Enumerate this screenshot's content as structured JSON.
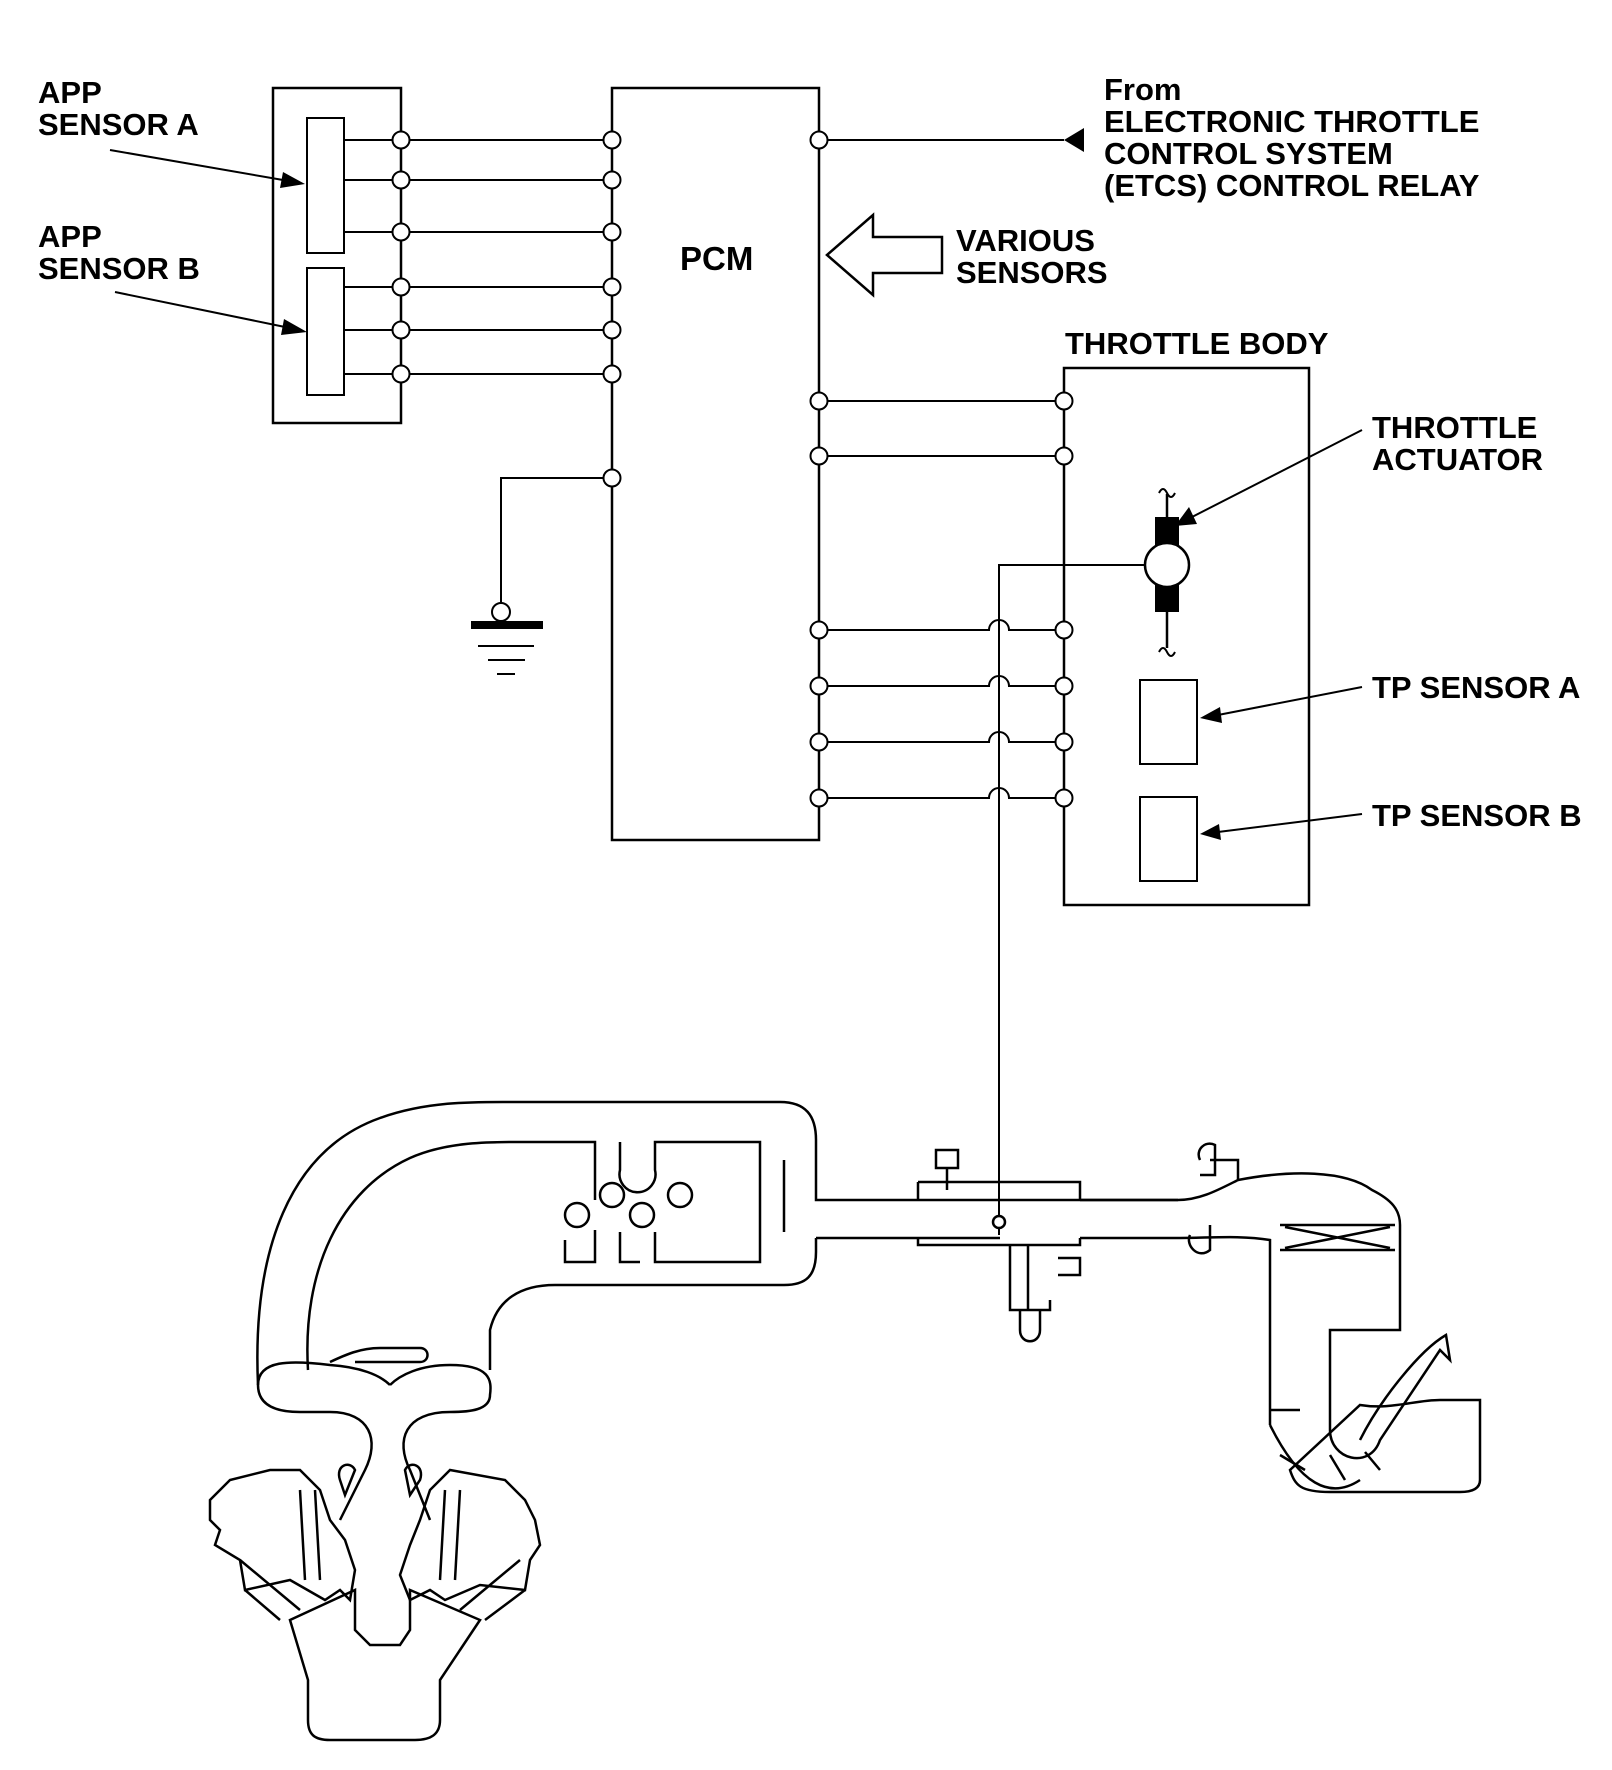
{
  "labels": {
    "app_sensor_a": [
      "APP",
      "SENSOR A"
    ],
    "app_sensor_b": [
      "APP",
      "SENSOR B"
    ],
    "pcm": "PCM",
    "from_etcs": [
      "From",
      "ELECTRONIC THROTTLE",
      "CONTROL SYSTEM",
      "(ETCS) CONTROL RELAY"
    ],
    "various_sensors": [
      "VARIOUS",
      "SENSORS"
    ],
    "throttle_body": "THROTTLE BODY",
    "throttle_actuator": [
      "THROTTLE",
      "ACTUATOR"
    ],
    "tp_sensor_a": "TP SENSOR A",
    "tp_sensor_b": "TP SENSOR B"
  }
}
